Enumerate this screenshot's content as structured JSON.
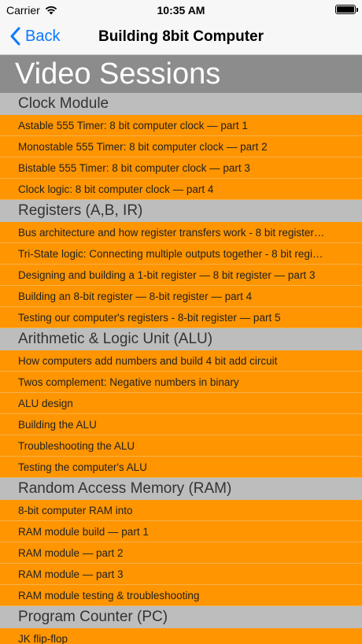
{
  "status_bar": {
    "carrier": "Carrier",
    "time": "10:35 AM"
  },
  "nav": {
    "back_label": "Back",
    "title": "Building 8bit Computer"
  },
  "page_header": "Video Sessions",
  "sections": [
    {
      "title": "Clock Module",
      "items": [
        "Astable 555 Timer: 8 bit computer clock —  part 1",
        "Monostable 555 Timer: 8 bit computer clock —  part 2",
        "Bistable 555 Timer: 8 bit computer clock — part 3",
        "Clock logic: 8 bit computer clock — part 4"
      ]
    },
    {
      "title": "Registers (A,B, IR)",
      "items": [
        "Bus architecture and how register transfers work - 8 bit register…",
        "Tri-State logic: Connecting multiple outputs together - 8 bit regi…",
        "Designing and building a 1-bit register — 8 bit register — part 3",
        "Building an 8-bit register — 8-bit register — part 4",
        "Testing our computer's registers - 8-bit register — part 5"
      ]
    },
    {
      "title": "Arithmetic & Logic Unit (ALU)",
      "items": [
        "How computers add numbers and build  4 bit add circuit",
        "Twos complement: Negative numbers in binary",
        "ALU design",
        "Building the ALU",
        "Troubleshooting the ALU",
        "Testing the computer's ALU"
      ]
    },
    {
      "title": "Random Access Memory (RAM)",
      "items": [
        "8-bit computer RAM into",
        "RAM module build — part 1",
        "RAM module — part 2",
        "RAM module — part 3",
        "RAM module testing & troubleshooting"
      ]
    },
    {
      "title": "Program Counter (PC)",
      "items": [
        "JK flip-flop"
      ]
    }
  ],
  "colors": {
    "row_bg": "#ff9500",
    "section_bg": "#bdbdbd",
    "header_bg": "#8c8c8c",
    "accent": "#0a7aff"
  },
  "icons": [
    "wifi-icon",
    "battery-icon",
    "chevron-left-icon"
  ]
}
